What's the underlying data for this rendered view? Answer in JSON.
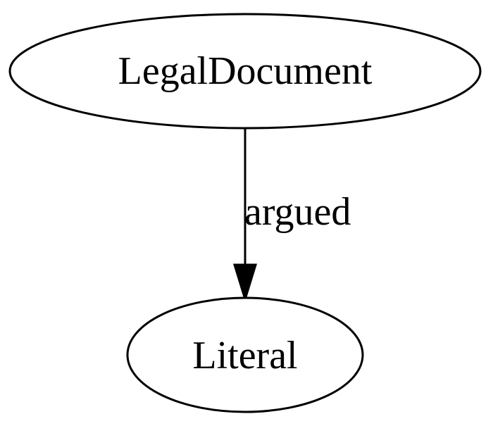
{
  "diagram": {
    "nodes": [
      {
        "id": "legal-document",
        "label": "LegalDocument"
      },
      {
        "id": "literal",
        "label": "Literal"
      }
    ],
    "edges": [
      {
        "from": "legal-document",
        "to": "literal",
        "label": "argued"
      }
    ]
  },
  "colors": {
    "stroke": "#000000",
    "fill": "#ffffff",
    "text": "#000000"
  }
}
